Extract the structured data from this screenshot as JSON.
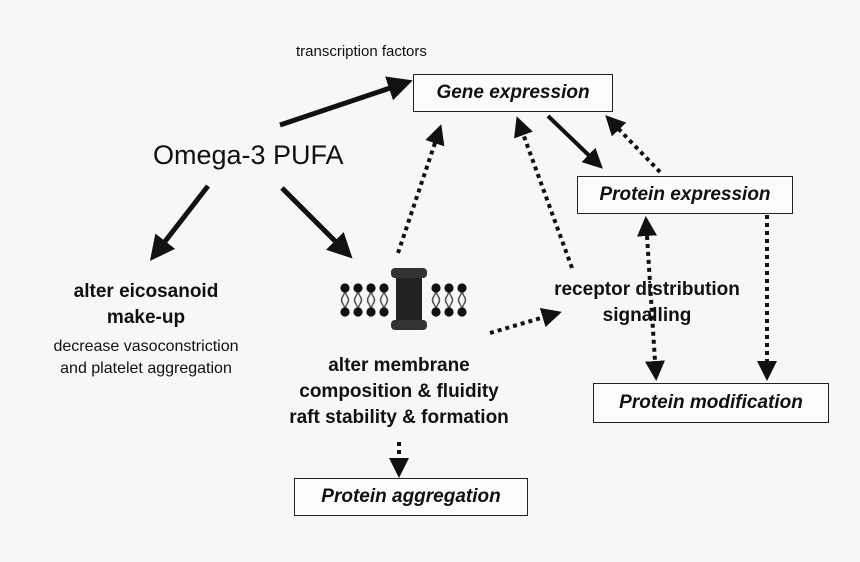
{
  "source": {
    "label": "Omega-3 PUFA"
  },
  "annotation": {
    "transcription_factors": "transcription factors"
  },
  "boxes": {
    "gene_expression": "Gene expression",
    "protein_expression": "Protein expression",
    "protein_modification": "Protein modification",
    "protein_aggregation": "Protein aggregation"
  },
  "effects": {
    "eicosanoid": {
      "line1": "alter eicosanoid",
      "line2": "make-up",
      "line3": "decrease vasoconstriction",
      "line4": "and platelet aggregation"
    },
    "membrane": {
      "line1": "alter membrane",
      "line2": "composition & fluidity",
      "line3": "raft stability & formation"
    },
    "receptor": {
      "line1": "receptor distribution",
      "line2": "signalling"
    }
  },
  "membrane_icon": "lipid-bilayer-with-protein-icon",
  "colors": {
    "ink": "#111111",
    "background": "#f7f7f6"
  }
}
